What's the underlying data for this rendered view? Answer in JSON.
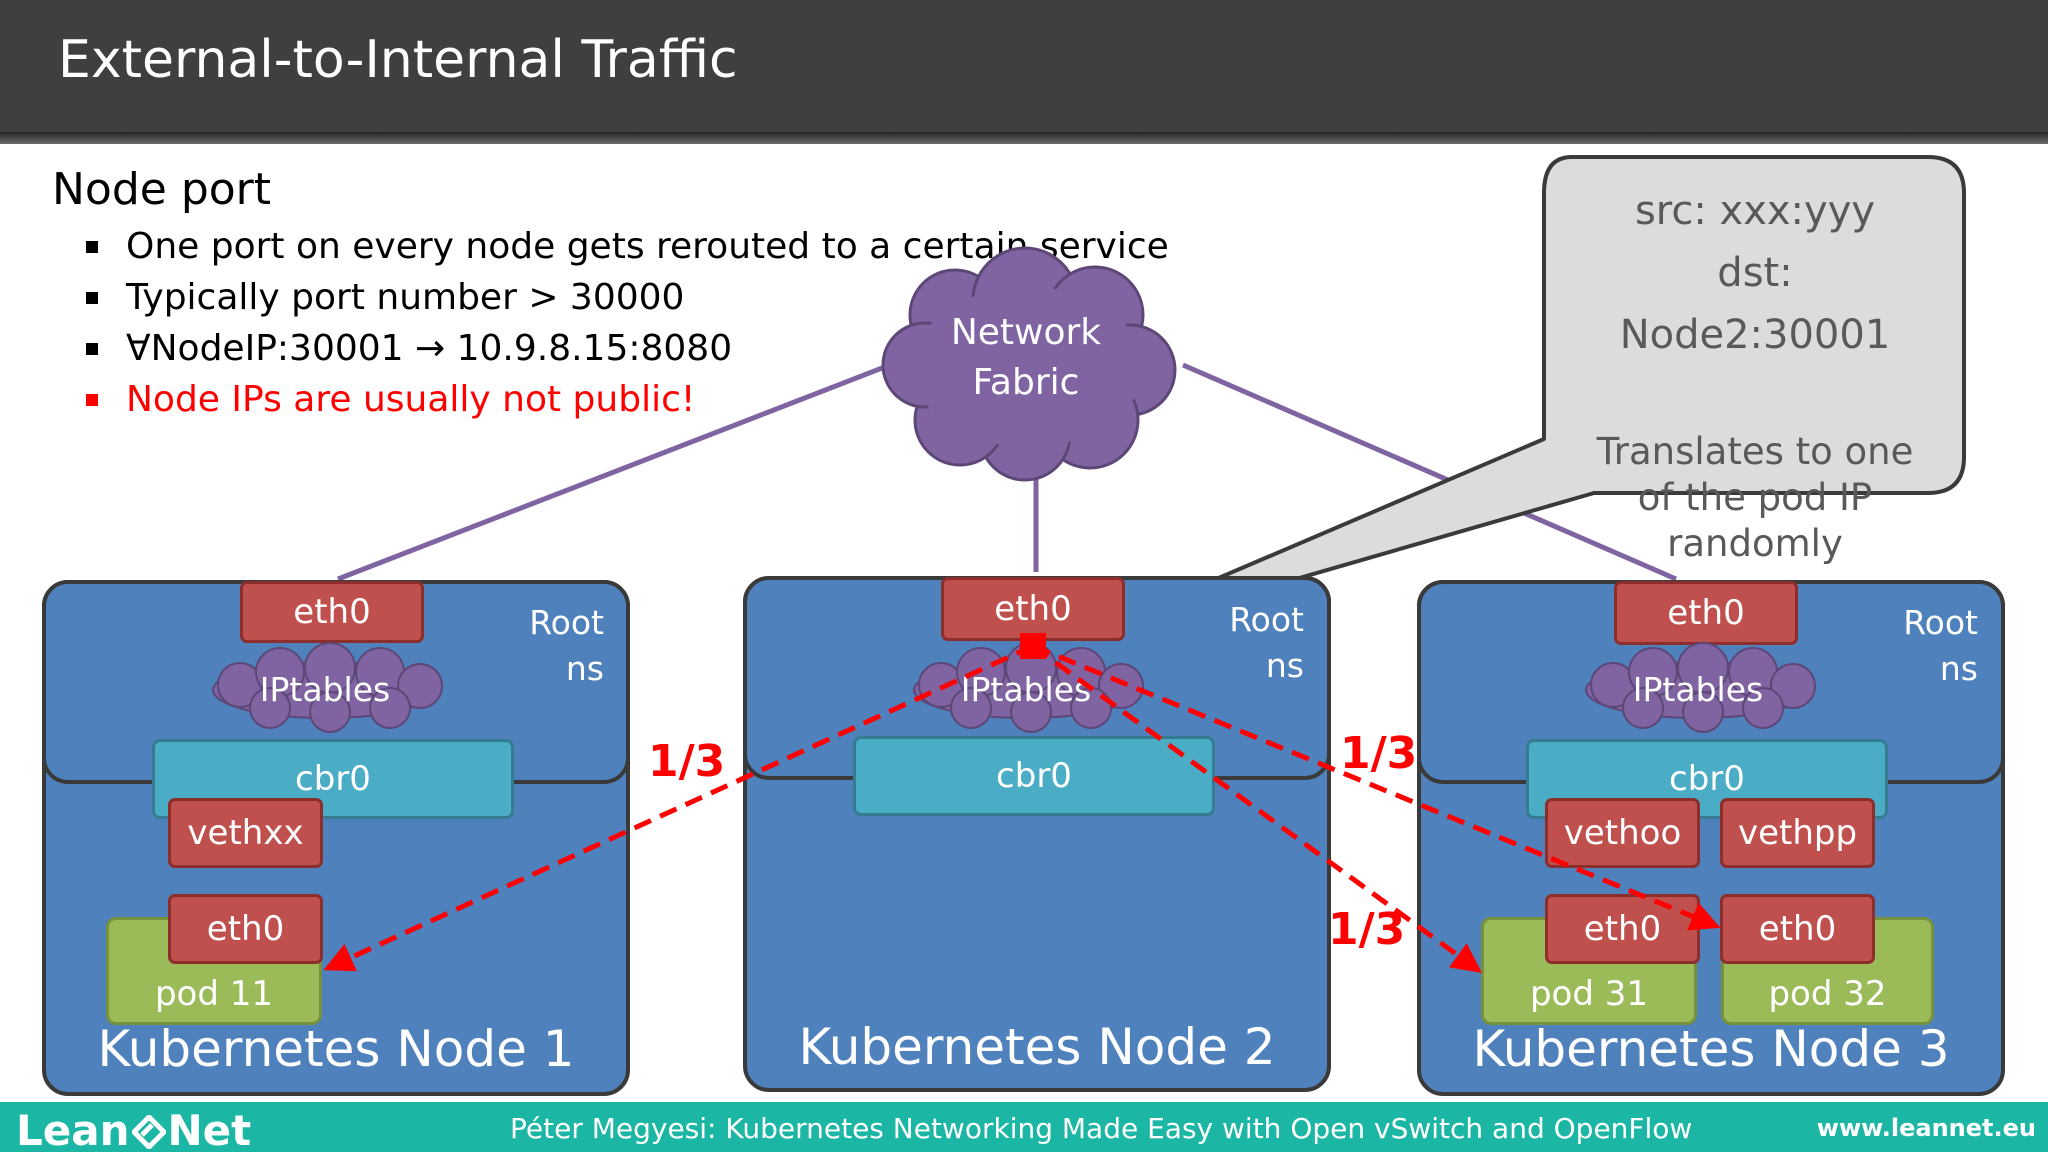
{
  "header": {
    "title": "External-to-Internal Traffic"
  },
  "slide": {
    "subtitle": "Node port",
    "bullets": [
      "One port on every node gets rerouted to a certain service",
      "Typically port number > 30000",
      "∀NodeIP:30001 → 10.9.8.15:8080",
      "Node IPs are usually not public!"
    ]
  },
  "network": {
    "line1": "Network",
    "line2": "Fabric"
  },
  "callout": {
    "src": "src: xxx:yyy",
    "dst": "dst:",
    "dst_value": "Node2:30001",
    "note_line1": "Translates to one",
    "note_line2": "of the pod IP",
    "note_line3": "randomly"
  },
  "nodes": [
    {
      "title": "Kubernetes Node 1",
      "eth0": "eth0",
      "iptables": "IPtables",
      "root": "Root",
      "ns": "ns",
      "cbr0": "cbr0",
      "veths": [
        "vethxx"
      ],
      "pods": [
        {
          "eth": "eth0",
          "name": "pod 11"
        }
      ]
    },
    {
      "title": "Kubernetes Node 2",
      "eth0": "eth0",
      "iptables": "IPtables",
      "root": "Root",
      "ns": "ns",
      "cbr0": "cbr0",
      "veths": [],
      "pods": []
    },
    {
      "title": "Kubernetes Node 3",
      "eth0": "eth0",
      "iptables": "IPtables",
      "root": "Root",
      "ns": "ns",
      "cbr0": "cbr0",
      "veths": [
        "vethoo",
        "vethpp"
      ],
      "pods": [
        {
          "eth": "eth0",
          "name": "pod 31"
        },
        {
          "eth": "eth0",
          "name": "pod 32"
        }
      ]
    }
  ],
  "fractions": [
    "1/3",
    "1/3",
    "1/3"
  ],
  "colors": {
    "header": "#3f3f3f",
    "node_fill": "#4f81bd",
    "eth_fill": "#c0504d",
    "bridge_fill": "#4bacc6",
    "pod_fill": "#9bbb59",
    "cloud_fill": "#8064a2",
    "traffic_arrow": "#ff0000",
    "footer": "#1bb7a4"
  },
  "footer": {
    "logo_left": "Lean",
    "logo_right": "Net",
    "credit": "Péter Megyesi: Kubernetes Networking Made Easy with Open vSwitch and OpenFlow",
    "url": "www.leannet.eu"
  }
}
